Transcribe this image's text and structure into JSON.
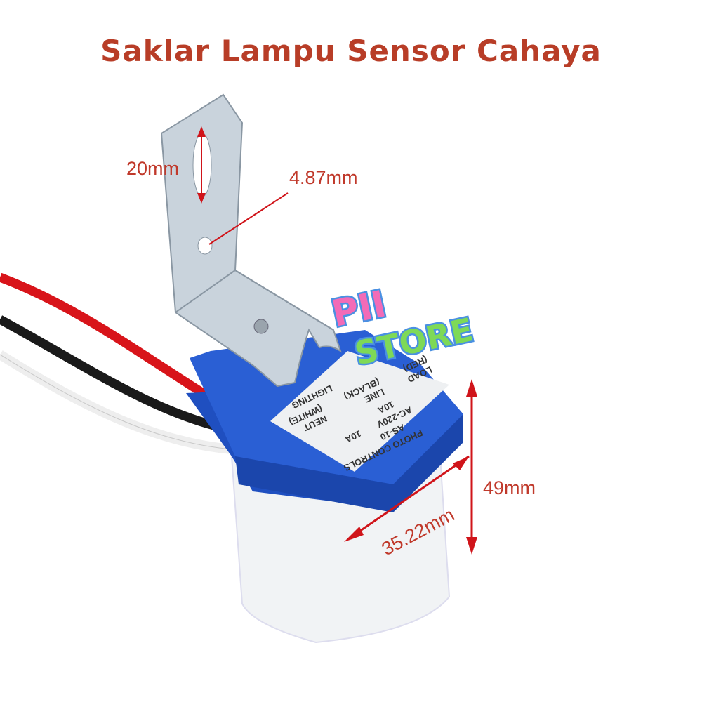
{
  "title": "Saklar Lampu Sensor Cahaya",
  "dimensions": {
    "slot_length": "20mm",
    "hole_diameter": "4.87mm",
    "height": "49mm",
    "width": "35.22mm"
  },
  "watermark": {
    "line1": "PII",
    "line2": "STORE"
  },
  "device_label": {
    "heading": "PHOTO CONTROLS",
    "model": "AS-10",
    "rating1": "AC-220V",
    "rating2": "10A",
    "rating3": "10A",
    "load": "LOAD",
    "load_color": "(RED)",
    "line": "LINE",
    "line_color": "(BLACK)",
    "neut": "NEUT",
    "neut_color": "(WHITE)",
    "lighting": "LIGHTING"
  },
  "colors": {
    "title": "#b83d27",
    "body_blue": "#2457c5",
    "dimension_red": "#d0141a"
  }
}
